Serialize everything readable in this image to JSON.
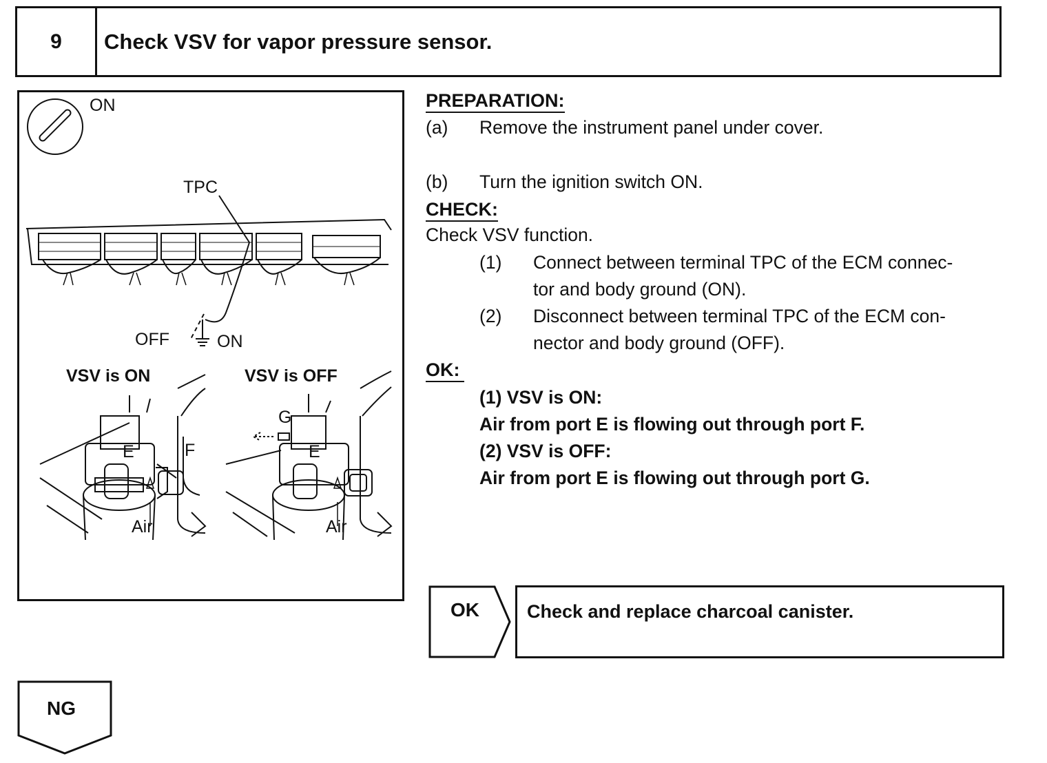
{
  "step": {
    "number": "9",
    "title": "Check VSV for vapor pressure sensor."
  },
  "illustration": {
    "ignition_label": "ON",
    "tpc_label": "TPC",
    "off_label": "OFF",
    "on_label": "ON",
    "vsv_on_caption": "VSV is ON",
    "vsv_off_caption": "VSV is OFF",
    "port_e_left": "E",
    "port_f": "F",
    "port_g": "G",
    "port_e_right": "E",
    "air_left": "Air",
    "air_right": "Air"
  },
  "preparation": {
    "heading": "PREPARATION:",
    "steps": [
      {
        "index": "(a)",
        "text": "Remove the instrument panel under cover."
      },
      {
        "index": "(b)",
        "text": "Turn the ignition switch ON."
      }
    ]
  },
  "check": {
    "heading": "CHECK:",
    "intro": "Check VSV function.",
    "items": [
      {
        "index": "(1)",
        "line1": "Connect between terminal TPC of the ECM connec-",
        "line2": "tor and body ground (ON)."
      },
      {
        "index": "(2)",
        "line1": "Disconnect between terminal TPC of the ECM con-",
        "line2": "nector and body ground (OFF)."
      }
    ]
  },
  "ok": {
    "heading": "OK:",
    "lines": [
      "(1) VSV is ON:",
      "Air from port E is flowing out through port F.",
      "(2) VSV is OFF:",
      "Air from port E is flowing out through port G."
    ]
  },
  "results": {
    "ok_label": "OK",
    "ok_action": "Check and replace charcoal canister.",
    "ng_label": "NG"
  }
}
